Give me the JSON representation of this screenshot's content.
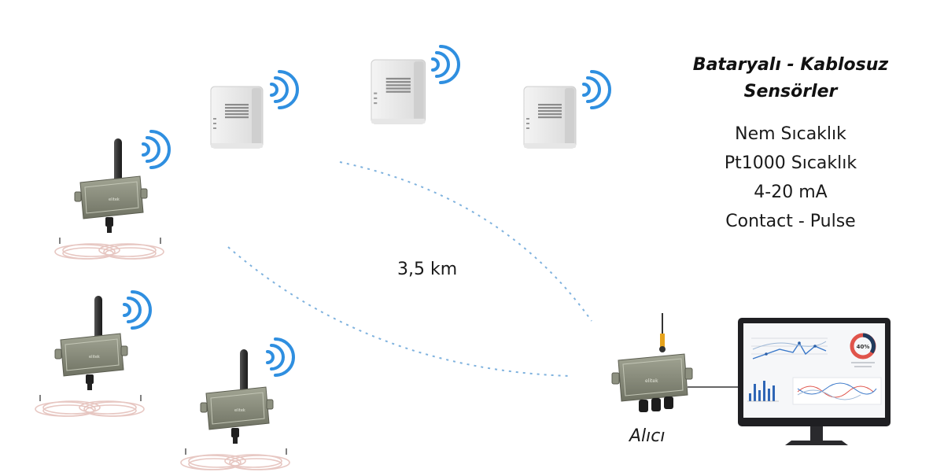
{
  "title_lines": [
    "Bataryalı - Kablosuz",
    "Sensörler"
  ],
  "features": [
    "Nem Sıcaklık",
    "Pt1000 Sıcaklık",
    "4-20 mA",
    "Contact - Pulse"
  ],
  "distance_label": "3,5 km",
  "receiver_label": "Alıcı",
  "dashboard": {
    "gauge_text": "40%"
  },
  "colors": {
    "signal": "#2f8fe0",
    "link_line": "#7fb2de",
    "gauge_red": "#e0544b",
    "gauge_navy": "#213a5c"
  },
  "icons": [
    "wall-sensor",
    "field-transmitter",
    "signal-waves-icon",
    "receiver-gateway",
    "monitor-dashboard"
  ]
}
